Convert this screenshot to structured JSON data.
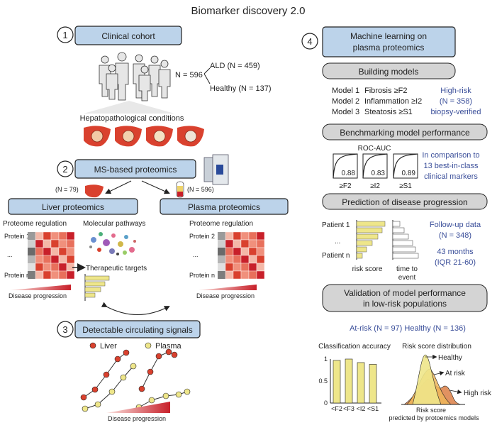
{
  "title": "Biomarker discovery 2.0",
  "colors": {
    "panel_blue": "#bcd3ea",
    "panel_grey": "#d4d4d4",
    "liver_red": "#d9412e",
    "plasma_yellow": "#eee68a",
    "accent_text": "#3b4f9a"
  },
  "left": {
    "s1": {
      "num": "1",
      "label": "Clinical cohort",
      "n": "N = 596",
      "ald": "ALD (N = 459)",
      "healthy": "Healthy (N = 137)",
      "conditions": "Hepatopathological conditions"
    },
    "s2": {
      "num": "2",
      "label": "MS-based proteomics",
      "n_liver": "(N = 79)",
      "n_plasma": "(N = 596)"
    },
    "liver_prot": "Liver proteomics",
    "plasma_prot": "Plasma proteomics",
    "prot_reg": "Proteome regulation",
    "protein1": "Protein 1",
    "protein2": "Protein 2",
    "dots": "...",
    "proteinn": "Protein n",
    "mol_path": "Molecular pathways",
    "ther": "Therapeutic targets",
    "disprog": "Disease progression",
    "s3": {
      "num": "3",
      "label": "Detectable circulating signals",
      "liver": "Liver",
      "plasma": "Plasma"
    }
  },
  "right": {
    "s4": {
      "num": "4",
      "label_line1": "Machine learning on",
      "label_line2": "plasma proteomics"
    },
    "building": "Building models",
    "models": [
      {
        "m": "Model 1",
        "d": "Fibrosis ≥F2"
      },
      {
        "m": "Model 2",
        "d": "Inflammation ≥I2"
      },
      {
        "m": "Model 3",
        "d": "Steatosis ≥S1"
      }
    ],
    "highrisk": "High-risk",
    "highrisk_n": "(N = 358)",
    "biopsy": "biopsy-verified",
    "bench": "Benchmarking model performance",
    "rocauc": "ROC-AUC",
    "roc": [
      {
        "v": "0.88",
        "l": "≥F2"
      },
      {
        "v": "0.83",
        "l": "≥I2"
      },
      {
        "v": "0.89",
        "l": "≥S1"
      }
    ],
    "comparison": [
      "In comparison to",
      "13 best-in-class",
      "clinical markers"
    ],
    "pred": "Prediction of disease progression",
    "patient1": "Patient 1",
    "patient_dots": "...",
    "patientn": "Patient n",
    "riskscore": "risk score",
    "tte1": "time to",
    "tte2": "event",
    "followup1": "Follow-up data",
    "followup2": "(N = 348)",
    "months1": "43 months",
    "months2": "(IQR 21-60)",
    "valid1": "Validation of model performance",
    "valid2": "in low-risk populations",
    "atrisk": "At-risk (N = 97) Healthy (N = 136)",
    "classacc": "Classification accuracy",
    "riskdist": "Risk score distribution",
    "acc_ticks": [
      "1",
      "0.5",
      "0"
    ],
    "acc_cats": [
      "<F2",
      "<F3",
      "<I2",
      "<S1"
    ],
    "acc_values": [
      0.97,
      1.0,
      0.92,
      0.88
    ],
    "dist_labels": {
      "healthy": "Healthy",
      "atrisk": "At risk",
      "highrisk": "High risk"
    },
    "dist_x1": "Risk score",
    "dist_x2": "predicted by protoemics models"
  }
}
